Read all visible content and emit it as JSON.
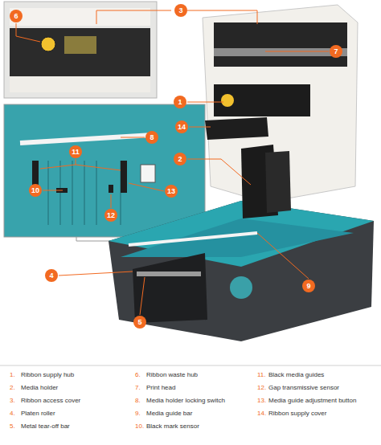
{
  "diagram": {
    "nodes": [
      {
        "text": [
          "3"
        ]
      },
      {
        "text": [
          "6"
        ]
      },
      {
        "text": [
          "7"
        ]
      },
      {
        "text": [
          "1"
        ]
      },
      {
        "text": [
          "14"
        ]
      },
      {
        "text": [
          "8"
        ]
      },
      {
        "text": [
          "11"
        ]
      },
      {
        "text": [
          "2"
        ]
      },
      {
        "text": [
          "10"
        ]
      },
      {
        "text": [
          "13"
        ]
      },
      {
        "text": [
          "12"
        ]
      },
      {
        "text": [
          "4"
        ]
      },
      {
        "text": [
          "9"
        ]
      },
      {
        "text": [
          "5"
        ]
      }
    ],
    "labels": [
      "1.",
      "Ribbon supply hub",
      "2.",
      "Media holder",
      "3.",
      "Ribbon access cover",
      "4.",
      "Platen roller",
      "5.",
      "Metal tear-off bar",
      "6.",
      "Ribbon waste hub",
      "7.",
      "Print head",
      "8.",
      "Media holder locking switch",
      "9.",
      "Media guide bar",
      "10.",
      "Black mark sensor",
      "11.",
      "Black media guides",
      "12.",
      "Gap transmissive sensor",
      "13.",
      "Media guide adjustment button",
      "14.",
      "Ribbon supply cover"
    ]
  }
}
